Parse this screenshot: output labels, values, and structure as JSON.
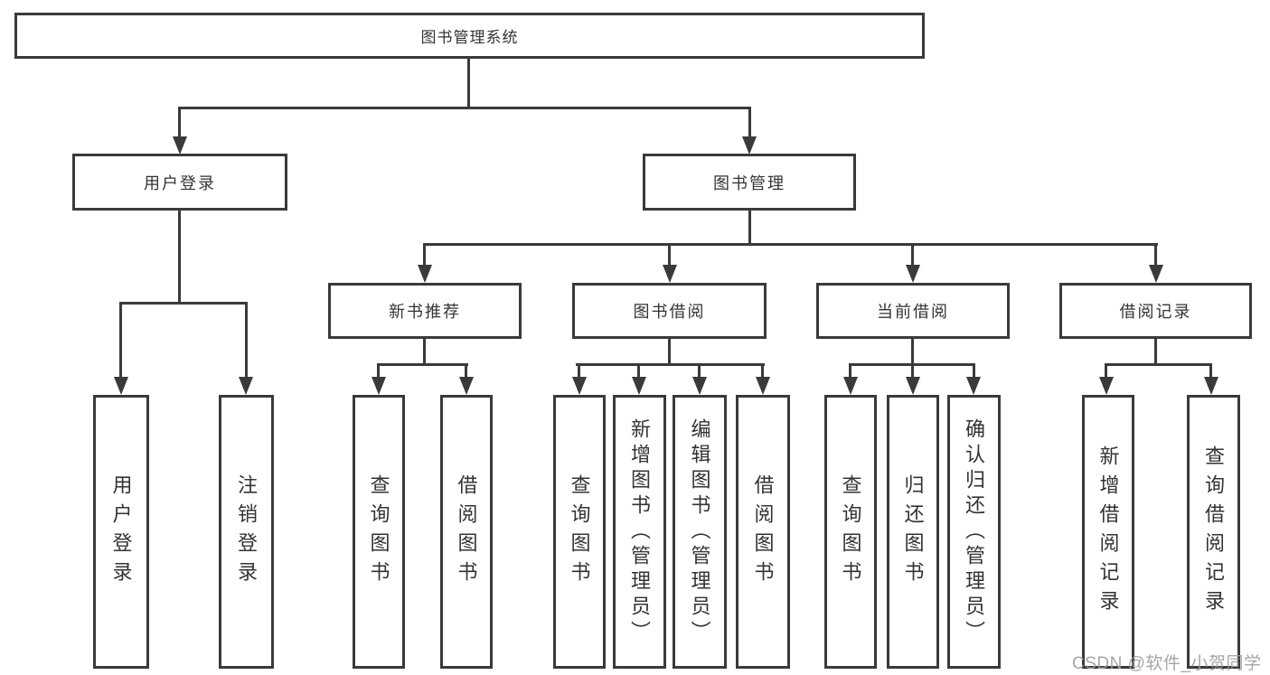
{
  "colors": {
    "line": "#3a3a3c",
    "box_border": "#3a3a3c",
    "text": "#333333",
    "watermark": "#9e9e9e"
  },
  "tree": {
    "root": {
      "label": "图书管理系统"
    },
    "branches": [
      {
        "label": "用户登录",
        "children": [
          {
            "label": "用户登录"
          },
          {
            "label": "注销登录"
          }
        ]
      },
      {
        "label": "图书管理",
        "sections": [
          {
            "label": "新书推荐",
            "children": [
              {
                "label": "查询图书"
              },
              {
                "label": "借阅图书"
              }
            ]
          },
          {
            "label": "图书借阅",
            "children": [
              {
                "label": "查询图书"
              },
              {
                "label": "新增图书（管理员）"
              },
              {
                "label": "编辑图书（管理员）"
              },
              {
                "label": "借阅图书"
              }
            ]
          },
          {
            "label": "当前借阅",
            "children": [
              {
                "label": "查询图书"
              },
              {
                "label": "归还图书"
              },
              {
                "label": "确认归还（管理员）"
              }
            ]
          },
          {
            "label": "借阅记录",
            "children": [
              {
                "label": "新增借阅记录"
              },
              {
                "label": "查询借阅记录"
              }
            ]
          }
        ]
      }
    ]
  },
  "watermark": "CSDN @软件_小贺同学"
}
